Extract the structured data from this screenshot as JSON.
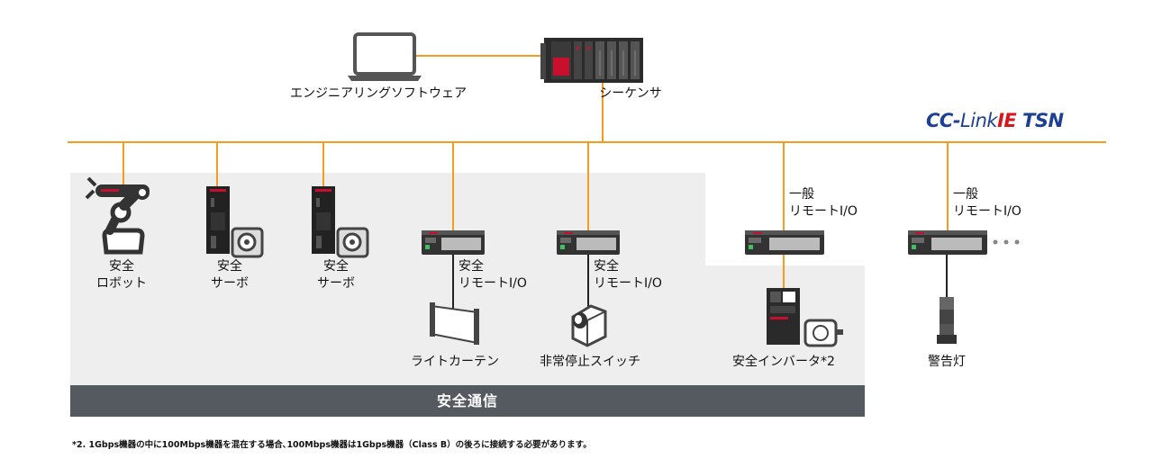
{
  "brand": {
    "part1": "CC-",
    "part2": "Link",
    "part3": "IE",
    "part4": "TSN"
  },
  "nodes": {
    "engineering_software": "エンジニアリングソフトウェア",
    "sequencer": "シーケンサ",
    "safety_robot": [
      "安全",
      "ロボット"
    ],
    "safety_servo_1": [
      "安全",
      "サーボ"
    ],
    "safety_servo_2": [
      "安全",
      "サーボ"
    ],
    "safety_remote_io_1": [
      "安全",
      "リモートI/O"
    ],
    "safety_remote_io_2": [
      "安全",
      "リモートI/O"
    ],
    "light_curtain": "ライトカーテン",
    "emergency_stop": "非常停止スイッチ",
    "general_remote_io_1": [
      "一般",
      "リモートI/O"
    ],
    "general_remote_io_2": [
      "一般",
      "リモートI/O"
    ],
    "safety_inverter": "安全インバータ*2",
    "warning_light": "警告灯"
  },
  "safety_communication": "安全通信",
  "footnote": "*2. 1Gbps機器の中に100Mbps機器を混在する場合､100Mbps機器は1Gbps機器（Class B）の後ろに接続する必要があります。",
  "colors": {
    "network_line": "#f39c1f",
    "safety_area": "#eeeeee",
    "banner": "#555a60",
    "brand_blue": "#1d3f93",
    "brand_red": "#d7161e"
  }
}
